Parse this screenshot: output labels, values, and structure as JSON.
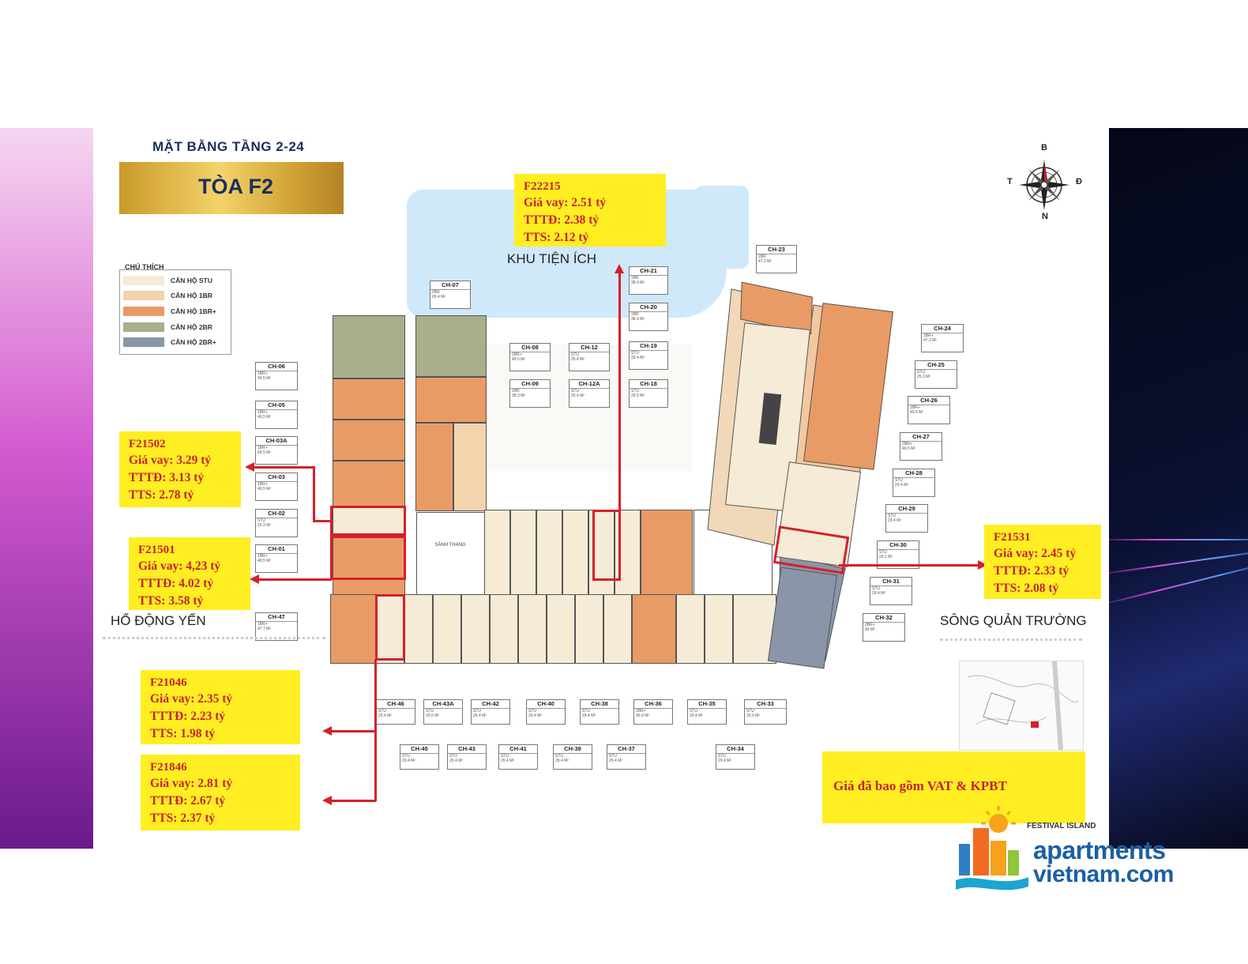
{
  "header": {
    "floor_range": "MẶT BẰNG TẦNG 2-24",
    "building": "TÒA F2"
  },
  "legend": {
    "title": "CHÚ THÍCH",
    "items": [
      {
        "label": "CĂN HỘ STU",
        "color": "#f5ebd6"
      },
      {
        "label": "CĂN HỘ 1BR",
        "color": "#f2d4ad"
      },
      {
        "label": "CĂN HỘ 1BR+",
        "color": "#e99b66"
      },
      {
        "label": "CĂN HỘ 2BR",
        "color": "#a9ae8b"
      },
      {
        "label": "CĂN HỘ 2BR+",
        "color": "#8a96a8"
      }
    ]
  },
  "compass": {
    "n": "B",
    "s": "N",
    "w": "T",
    "e": "Đ"
  },
  "places": {
    "amenity": "KHU TIỆN ÍCH",
    "west": "HỔ ĐỘNG YẾN",
    "east": "SÔNG QUẢN TRƯỜNG",
    "lobby": "SẢNH THANG",
    "festival": "FESTIVAL ISLAND"
  },
  "units": [
    {
      "id": "CH-07",
      "type": "2BR",
      "area": "69.4 M²"
    },
    {
      "id": "CH-08",
      "type": "1BR+",
      "area": "49.5 M²"
    },
    {
      "id": "CH-12",
      "type": "STU",
      "area": "25.4 M²"
    },
    {
      "id": "CH-09",
      "type": "1BR",
      "area": "38.3 M²"
    },
    {
      "id": "CH-12A",
      "type": "STU",
      "area": "25.4 M²"
    },
    {
      "id": "CH-21",
      "type": "1BR",
      "area": "38.9 M²"
    },
    {
      "id": "CH-20",
      "type": "1BR",
      "area": "38.9 M²"
    },
    {
      "id": "CH-19",
      "type": "STU",
      "area": "29.4 M²"
    },
    {
      "id": "CH-18",
      "type": "STU",
      "area": "29.5 M²"
    },
    {
      "id": "CH-23",
      "type": "1BR",
      "area": "47.2 M²"
    },
    {
      "id": "CH-24",
      "type": "1BR+",
      "area": "47.2 M²"
    },
    {
      "id": "CH-25",
      "type": "STU",
      "area": "25.3 M²"
    },
    {
      "id": "CH-26",
      "type": "1BR+",
      "area": "49.5 M²"
    },
    {
      "id": "CH-27",
      "type": "1BR+",
      "area": "49.5 M²"
    },
    {
      "id": "CH-28",
      "type": "STU",
      "area": "29.4 M²"
    },
    {
      "id": "CH-29",
      "type": "STU",
      "area": "23.4 M²"
    },
    {
      "id": "CH-30",
      "type": "STU",
      "area": "29.1 M²"
    },
    {
      "id": "CH-31",
      "type": "STU",
      "area": "29.4 M²"
    },
    {
      "id": "CH-32",
      "type": "2BR+",
      "area": "84 M²"
    },
    {
      "id": "CH-06",
      "type": "1BR+",
      "area": "49.5 M²"
    },
    {
      "id": "CH-05",
      "type": "1BR+",
      "area": "49.5 M²"
    },
    {
      "id": "CH-03A",
      "type": "1BR+",
      "area": "49.5 M²"
    },
    {
      "id": "CH-03",
      "type": "1BR+",
      "area": "49.5 M²"
    },
    {
      "id": "CH-02",
      "type": "STU",
      "area": "25.3 M²"
    },
    {
      "id": "CH-01",
      "type": "1BR+",
      "area": "48.5 M²"
    },
    {
      "id": "CH-47",
      "type": "1BR+",
      "area": "47.7 M²"
    },
    {
      "id": "CH-46",
      "type": "STU",
      "area": "29.4 M²"
    },
    {
      "id": "CH-43A",
      "type": "STU",
      "area": "29.6 M²"
    },
    {
      "id": "CH-42",
      "type": "STU",
      "area": "29.4 M²"
    },
    {
      "id": "CH-40",
      "type": "STU",
      "area": "29.4 M²"
    },
    {
      "id": "CH-38",
      "type": "STU",
      "area": "29.4 M²"
    },
    {
      "id": "CH-36",
      "type": "1BR+",
      "area": "49.6 M²"
    },
    {
      "id": "CH-35",
      "type": "STU",
      "area": "29.4 M²"
    },
    {
      "id": "CH-33",
      "type": "STU",
      "area": "33.9 M²"
    },
    {
      "id": "CH-45",
      "type": "STU",
      "area": "29.4 M²"
    },
    {
      "id": "CH-43",
      "type": "STU",
      "area": "29.4 M²"
    },
    {
      "id": "CH-41",
      "type": "STU",
      "area": "29.4 M²"
    },
    {
      "id": "CH-39",
      "type": "STU",
      "area": "29.4 M²"
    },
    {
      "id": "CH-37",
      "type": "STU",
      "area": "29.4 M²"
    },
    {
      "id": "CH-34",
      "type": "STU",
      "area": "29.4 M²"
    }
  ],
  "prices": [
    {
      "code": "F22215",
      "loan": "Giá vay: 2.51 tỷ",
      "tttd": "TTTĐ: 2.38 tỷ",
      "tts": "TTS: 2.12 tỷ"
    },
    {
      "code": "F21502",
      "loan": "Giá vay: 3.29 tỷ",
      "tttd": "TTTĐ: 3.13 tỷ",
      "tts": "TTS: 2.78 tỷ"
    },
    {
      "code": "F21501",
      "loan": "Giá vay: 4,23 tỷ",
      "tttd": "TTTĐ: 4.02 tỷ",
      "tts": "TTS: 3.58 tỷ"
    },
    {
      "code": "F21531",
      "loan": "Giá vay: 2.45 tỷ",
      "tttd": "TTTĐ: 2.33 tỷ",
      "tts": "TTS: 2.08 tỷ"
    },
    {
      "code": "F21046",
      "loan": "Giá vay: 2.35 tỷ",
      "tttd": "TTTĐ: 2.23 tỷ",
      "tts": "TTS: 1.98 tỷ"
    },
    {
      "code": "F21846",
      "loan": "Giá vay: 2.81 tỷ",
      "tttd": "TTTĐ: 2.67 tỷ",
      "tts": "TTS: 2.37 tỷ"
    }
  ],
  "note": "Giá đã  bao gồm VAT & KPBT",
  "logo": {
    "line1": "apartments",
    "line2": "vietnam.com"
  },
  "colors": {
    "price_bg": "#ffee22",
    "price_text": "#c8202a",
    "marker": "#d5202a",
    "title": "#1b2e5e"
  }
}
